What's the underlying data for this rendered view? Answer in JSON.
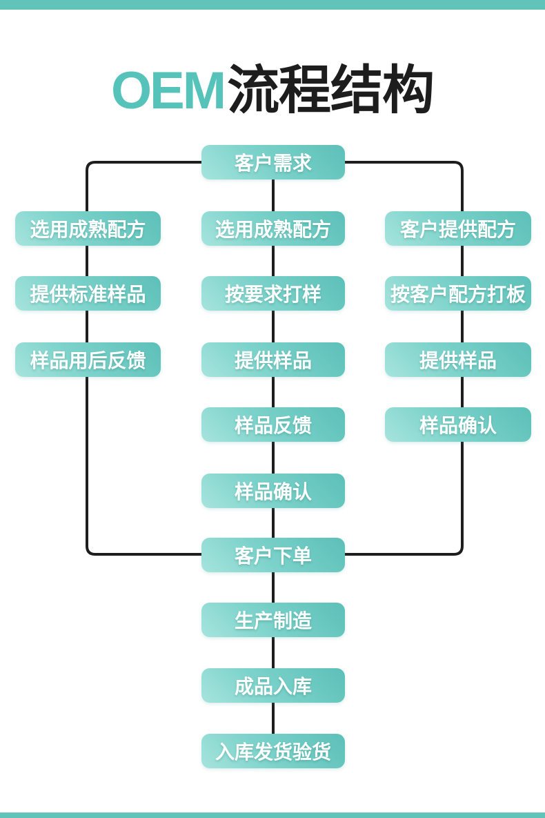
{
  "page": {
    "title_accent": "OEM",
    "title_main": "流程结构"
  },
  "colors": {
    "accent_teal": "#5cc0b8",
    "node_gradient_light": "#a6e4dd",
    "node_gradient_dark": "#5cc0b8",
    "top_bar": "#62c3bb",
    "bottom_bar": "#62c3bb",
    "connector_line": "#1e1e1e",
    "title_accent": "#55c3b9",
    "title_main": "#1d1d1d",
    "node_text": "#ffffff"
  },
  "nodes": {
    "top": "客户需求",
    "left": [
      "选用成熟配方",
      "提供标准样品",
      "样品用后反馈"
    ],
    "middle": [
      "选用成熟配方",
      "按要求打样",
      "提供样品",
      "样品反馈",
      "样品确认"
    ],
    "right": [
      "客户提供配方",
      "按客户配方打板",
      "提供样品",
      "样品确认"
    ],
    "merge": "客户下单",
    "tail": [
      "生产制造",
      "成品入库",
      "入库发货验货"
    ]
  }
}
